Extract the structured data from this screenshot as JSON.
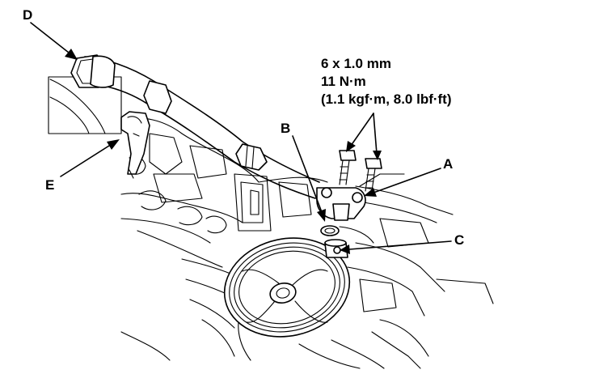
{
  "callouts": {
    "a": "A",
    "b": "B",
    "c": "C",
    "d": "D",
    "e": "E"
  },
  "torque_spec": {
    "bolt_size": "6 x 1.0 mm",
    "torque_nm": "11 N·m",
    "torque_alt": "(1.1 kgf·m, 8.0 lbf·ft)"
  }
}
